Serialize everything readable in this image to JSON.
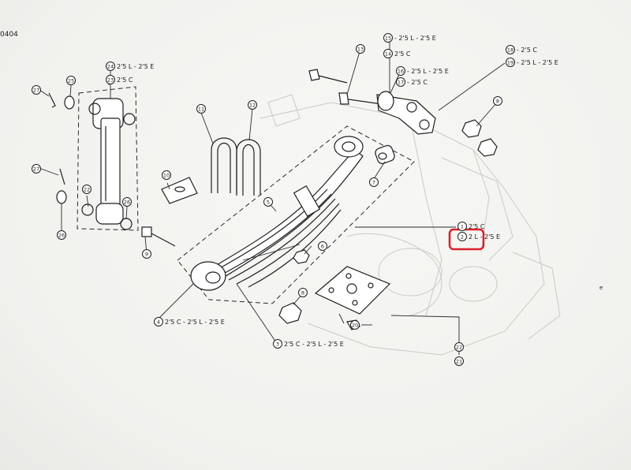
{
  "page_code": "0404",
  "highlight_color": "#d9202a",
  "callouts": [
    {
      "id": "c1",
      "num": "1",
      "text": "2'5 C"
    },
    {
      "id": "c2",
      "num": "2",
      "text": "2    L - 2'5 E"
    },
    {
      "id": "c3",
      "num": "3",
      "text": "2'5 C - 2'5 L - 2'5 E"
    },
    {
      "id": "c4",
      "num": "4",
      "text": "2'5 C - 2'5 L - 2'5 E"
    },
    {
      "id": "c5",
      "num": "5",
      "text": ""
    },
    {
      "id": "c6",
      "num": "6",
      "text": ""
    },
    {
      "id": "c7",
      "num": "7",
      "text": ""
    },
    {
      "id": "c8a",
      "num": "8",
      "text": ""
    },
    {
      "id": "c8b",
      "num": "8",
      "text": ""
    },
    {
      "id": "c9",
      "num": "9",
      "text": ""
    },
    {
      "id": "c10",
      "num": "10",
      "text": ""
    },
    {
      "id": "c11",
      "num": "11",
      "text": ""
    },
    {
      "id": "c12",
      "num": "12",
      "text": ""
    },
    {
      "id": "c13",
      "num": "13",
      "text": ""
    },
    {
      "id": "c14",
      "num": "14",
      "text": "2'5 C"
    },
    {
      "id": "c15",
      "num": "15",
      "text": "- 2'5 L - 2'5 E"
    },
    {
      "id": "c16",
      "num": "16",
      "text": "- 2'5 L - 2'5 E"
    },
    {
      "id": "c17",
      "num": "17",
      "text": "- 2'5 C"
    },
    {
      "id": "c18",
      "num": "18",
      "text": "- 2'5 C"
    },
    {
      "id": "c19",
      "num": "19",
      "text": "- 2'5 L - 2'5 E"
    },
    {
      "id": "c20",
      "num": "20",
      "text": ""
    },
    {
      "id": "c21",
      "num": "21",
      "text": ""
    },
    {
      "id": "c22a",
      "num": "22",
      "text": ""
    },
    {
      "id": "c22b",
      "num": "22",
      "text": ""
    },
    {
      "id": "c23",
      "num": "23",
      "text": "2'5 C"
    },
    {
      "id": "c24",
      "num": "24",
      "text": "2'5 L - 2'5 E"
    },
    {
      "id": "c25",
      "num": "25",
      "text": ""
    },
    {
      "id": "c26a",
      "num": "26",
      "text": ""
    },
    {
      "id": "c26b",
      "num": "26",
      "text": ""
    },
    {
      "id": "c27a",
      "num": "27",
      "text": ""
    },
    {
      "id": "c27b",
      "num": "27",
      "text": ""
    }
  ]
}
